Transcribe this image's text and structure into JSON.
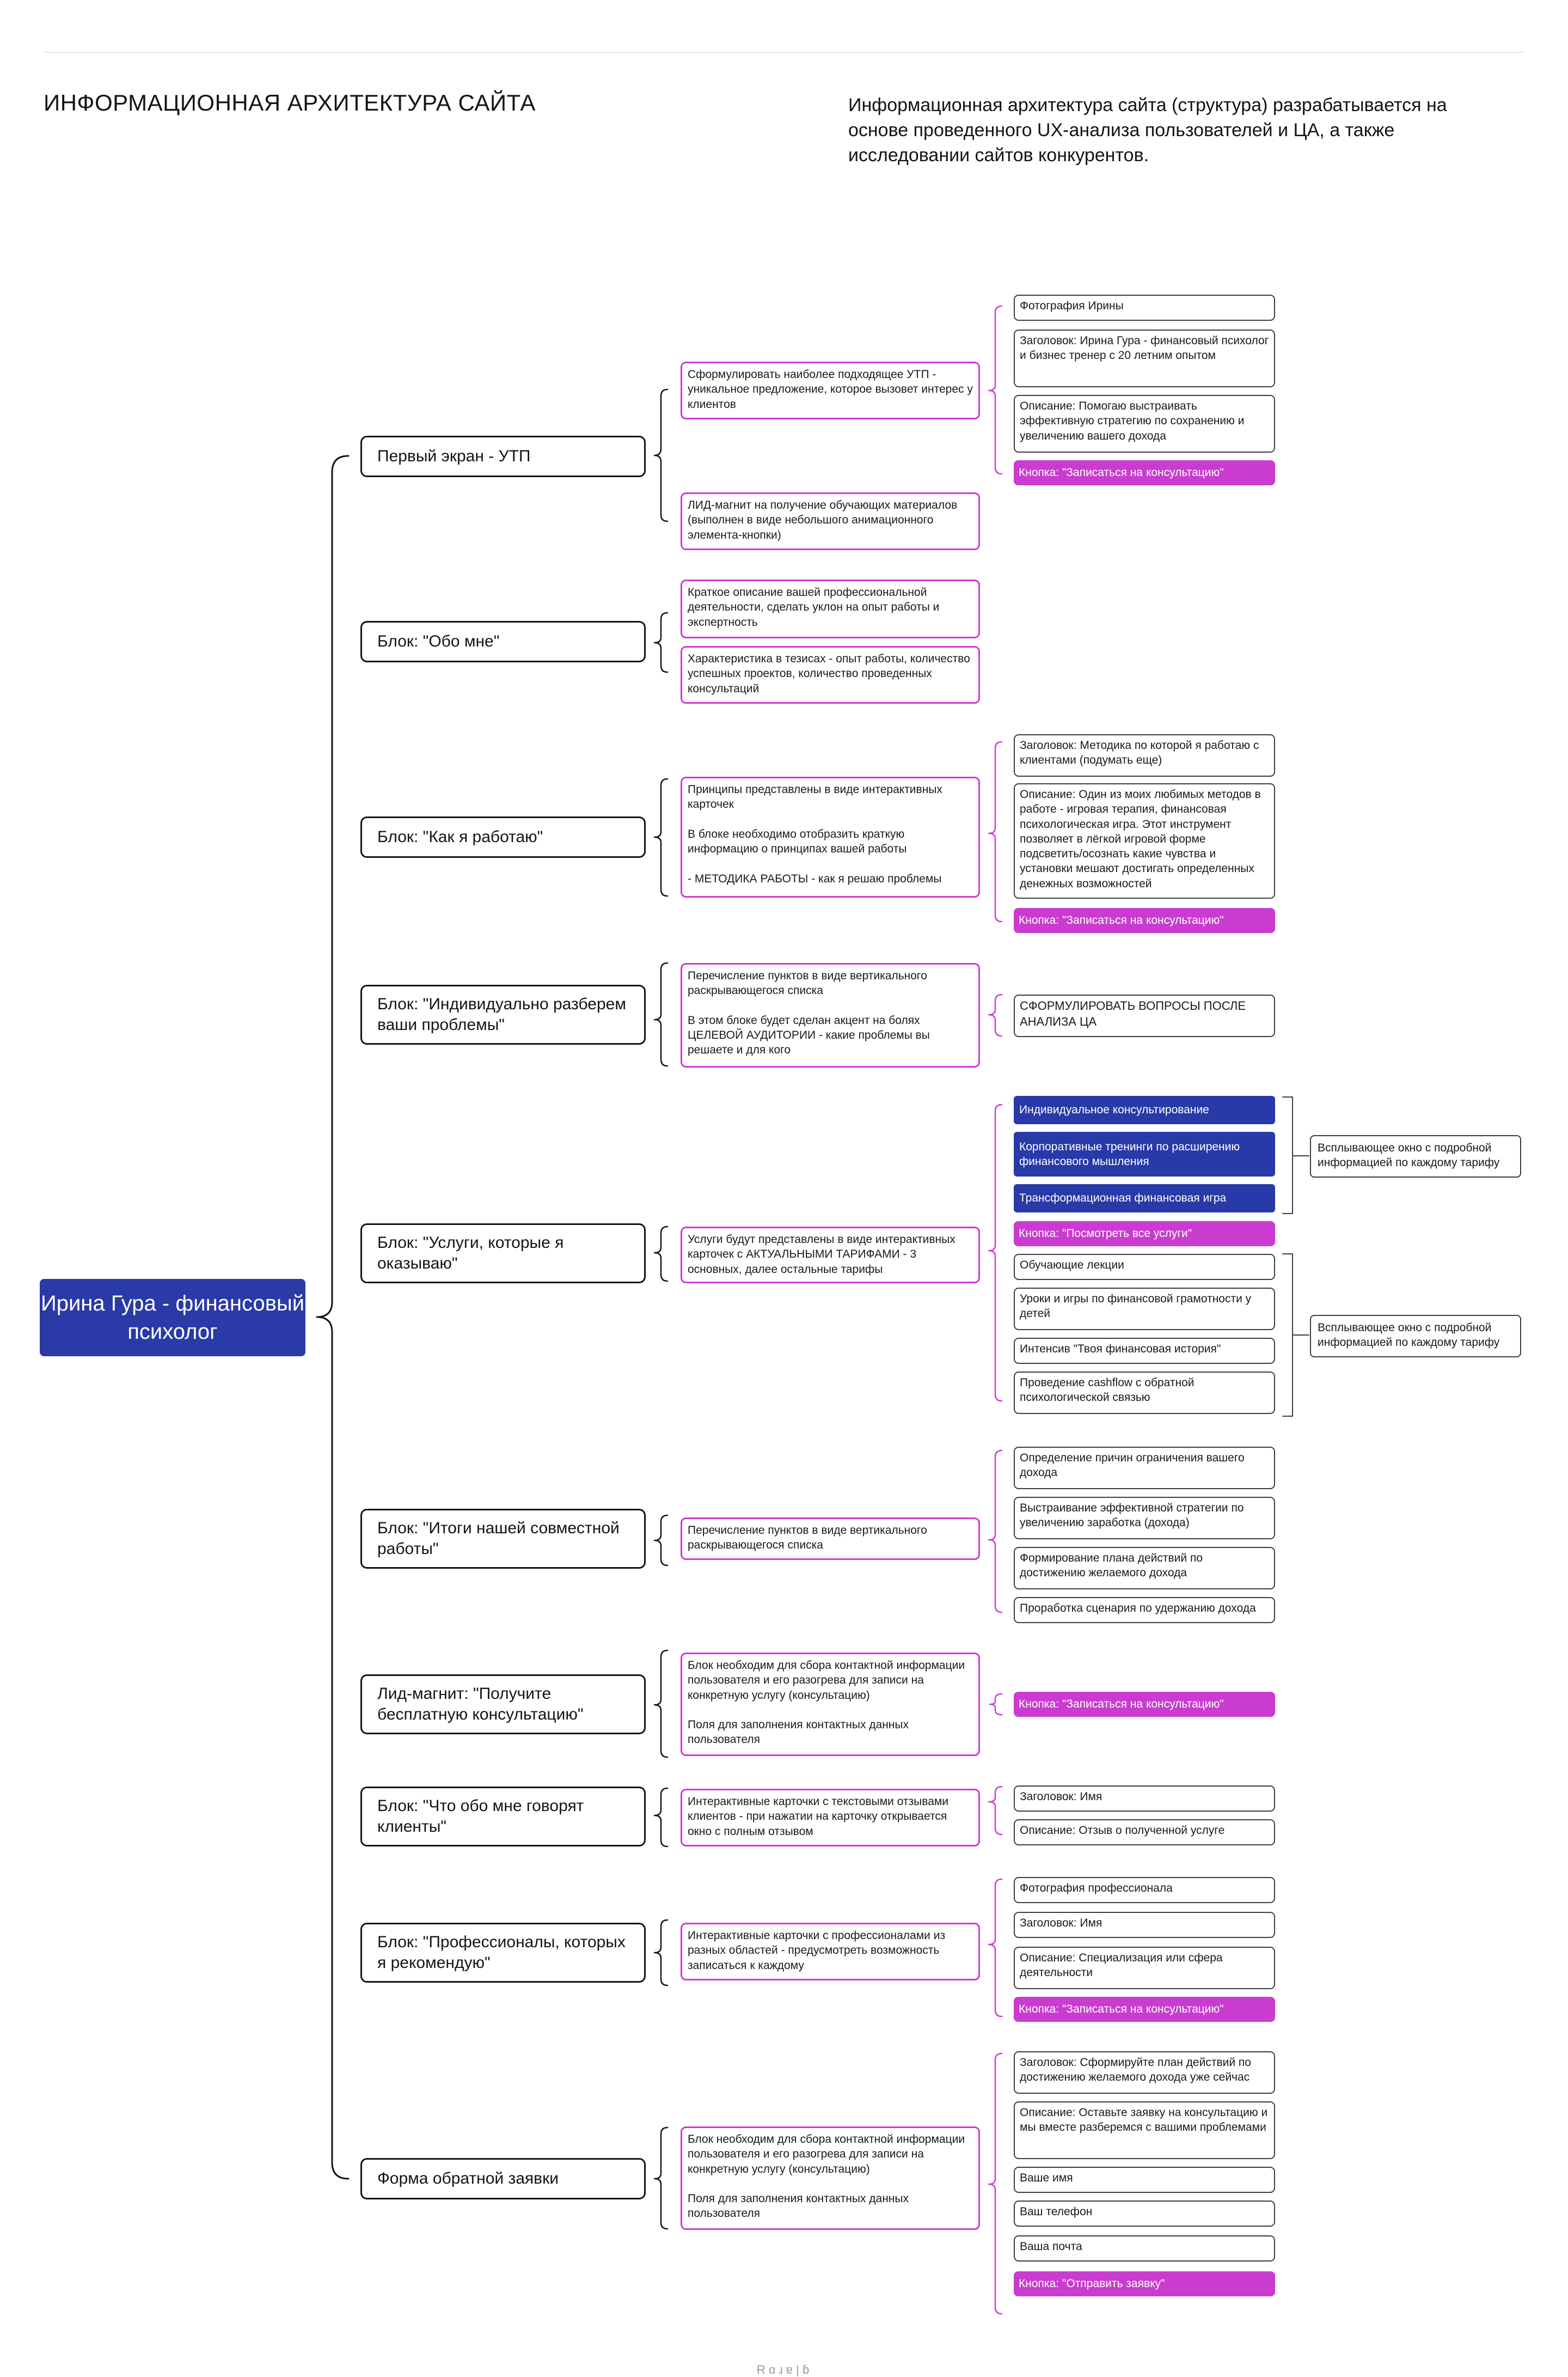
{
  "header": {
    "title": "ИНФОРМАЦИОННАЯ АРХИТЕКТУРА САЙТА",
    "description": "Информационная архитектура сайта (структура) разрабатывается на основе проведенного UX-анализа пользователей и ЦА, а также исследовании сайтов конкурентов."
  },
  "colors": {
    "root_fill": "#2a3aa6",
    "tier_fill": "#2839a8",
    "note_border": "#d13ad1",
    "button_fill": "#c93ccf",
    "section_border": "#141414"
  },
  "root": {
    "label": "Ирина Гура - финансовый психолог"
  },
  "sections": [
    {
      "label": "Первый экран - УТП",
      "notes": [
        "Сформулировать наиболее подходящее УТП - уникальное предложение, которое вызовет интерес у клиентов",
        "ЛИД-магнит на получение обучающих материалов (выполнен в виде небольшого анимационного элемента-кнопки)"
      ],
      "items": [
        "Фотография Ирины",
        "Заголовок: Ирина Гура - финансовый психолог и бизнес тренер с 20 летним опытом",
        "Описание: Помогаю выстраивать эффективную стратегию по сохранению и увеличению вашего дохода"
      ],
      "button": "Кнопка: \"Записаться на консультацию\""
    },
    {
      "label": "Блок: \"Обо мне\"",
      "notes": [
        "Краткое описание вашей профессиональной деятельности, сделать уклон на опыт работы и экспертность",
        "Характеристика в тезисах - опыт работы, количество успешных проектов, количество проведенных консультаций"
      ]
    },
    {
      "label": "Блок: \"Как я работаю\"",
      "note_paragraphs": [
        "Принципы представлены в виде интерактивных карточек",
        "В блоке необходимо отобразить краткую информацию о принципах вашей работы",
        "- МЕТОДИКА РАБОТЫ - как я решаю проблемы"
      ],
      "items": [
        "Заголовок: Методика по которой я работаю с клиентами (подумать еще)",
        "Описание: Один из моих любимых методов в работе - игровая терапия, финансовая психологическая игра. Этот инструмент позволяет в лёгкой игровой форме подсветить/осознать какие чувства и установки мешают достигать определенных денежных возможностей"
      ],
      "button": "Кнопка: \"Записаться на консультацию\""
    },
    {
      "label": "Блок: \"Индивидуально разберем ваши проблемы\"",
      "note_paragraphs": [
        "Перечисление пунктов в виде вертикального раскрывающегося списка",
        "В этом блоке будет сделан акцент на болях ЦЕЛЕВОЙ АУДИТОРИИ - какие проблемы вы решаете и для кого"
      ],
      "items": [
        "СФОРМУЛИРОВАТЬ ВОПРОСЫ ПОСЛЕ АНАЛИЗА ЦА"
      ]
    },
    {
      "label": "Блок: \"Услуги, которые я оказываю\"",
      "note": "Услуги будут представлены в виде интерактивных карточек с АКТУАЛЬНЫМИ ТАРИФАМИ - 3 основных, далее остальные тарифы",
      "tiers": [
        "Индивидуальное консультирование",
        "Корпоративные тренинги по расширению финансового мышления",
        "Трансформационная финансовая игра"
      ],
      "button": "Кнопка: \"Посмотреть все услуги\"",
      "others": [
        "Обучающие лекции",
        "Уроки и игры по финансовой грамотности у детей",
        "Интенсив \"Твоя финансовая история\"",
        "Проведение cashflow с обратной психологической связью"
      ],
      "popups": [
        "Всплывающее окно с подробной информацией по каждому тарифу",
        "Всплывающее окно с подробной информацией по каждому тарифу"
      ]
    },
    {
      "label": "Блок: \"Итоги нашей совместной работы\"",
      "note": "Перечисление пунктов в виде вертикального раскрывающегося списка",
      "items": [
        "Определение причин ограничения вашего дохода",
        "Выстраивание эффективной стратегии по увеличению заработка (дохода)",
        "Формирование плана действий по достижению желаемого дохода",
        "Проработка сценария по удержанию дохода"
      ]
    },
    {
      "label": "Лид-магнит: \"Получите бесплатную консультацию\"",
      "note_paragraphs": [
        "Блок необходим для сбора контактной информации пользователя и его разогрева для записи на конкретную услугу (консультацию)",
        "Поля для заполнения контактных данных пользователя"
      ],
      "button": "Кнопка: \"Записаться на консультацию\""
    },
    {
      "label": "Блок: \"Что обо мне говорят клиенты\"",
      "note": "Интерактивные карточки с текстовыми отзывами клиентов - при нажатии на карточку открывается окно с полным отзывом",
      "items": [
        "Заголовок: Имя",
        "Описание: Отзыв о полученной услуге"
      ]
    },
    {
      "label": "Блок: \"Профессионалы, которых я рекомендую\"",
      "note": "Интерактивные карточки с профессионалами из разных областей - предусмотреть возможность записаться к каждому",
      "items": [
        "Фотография профессионала",
        "Заголовок: Имя",
        "Описание: Специализация или сфера деятельности"
      ],
      "button": "Кнопка: \"Записаться на консультацию\""
    },
    {
      "label": "Форма обратной заявки",
      "note_paragraphs": [
        "Блок необходим для сбора контактной информации пользователя и его разогрева для записи на конкретную услугу (консультацию)",
        "Поля для заполнения контактных данных пользователя"
      ],
      "items": [
        "Заголовок: Сформируйте план действий по достижению желаемого дохода уже сейчас",
        "Описание: Оставьте заявку на консультацию и мы вместе разберемся с вашими проблемами",
        "Ваше имя",
        "Ваш телефон",
        "Ваша почта"
      ],
      "button": "Кнопка: \"Отправить заявку\""
    }
  ],
  "footer": {
    "text": "Ɍ ɑ ɹ ɐ | ɓ"
  }
}
